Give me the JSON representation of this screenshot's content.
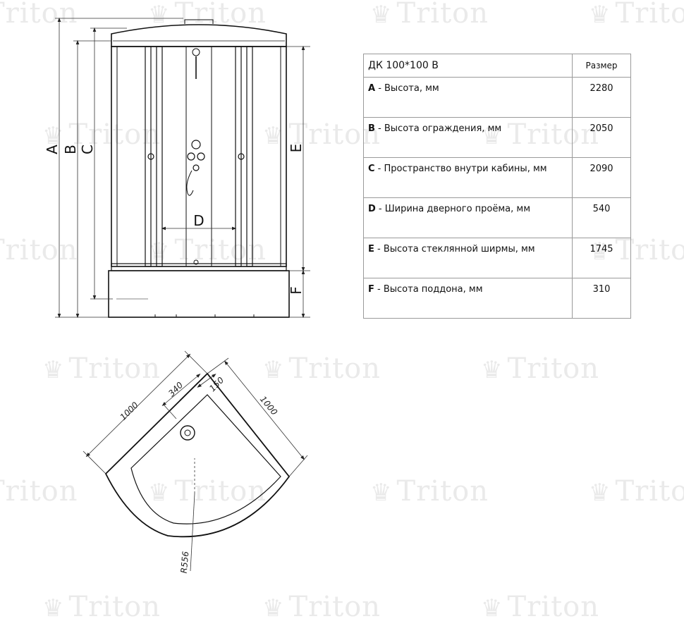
{
  "watermark": {
    "text": "Triton",
    "crown": "♛"
  },
  "elevation_labels": {
    "a": "A",
    "b": "B",
    "c": "C",
    "d": "D",
    "e": "E",
    "f": "F"
  },
  "plan_dimensions": {
    "side_left": "1000",
    "side_right": "1000",
    "door": "340",
    "offset": "150",
    "radius": "R556"
  },
  "table": {
    "header_model": "ДК 100*100 В",
    "header_size": "Размер",
    "rows": [
      {
        "key": "A",
        "label": " - Высота, мм",
        "value": "2280"
      },
      {
        "key": "B",
        "label": " - Высота ограждения, мм",
        "value": "2050"
      },
      {
        "key": "C",
        "label": " - Пространство внутри кабины, мм",
        "value": "2090"
      },
      {
        "key": "D",
        "label": " - Ширина дверного проёма, мм",
        "value": "540"
      },
      {
        "key": "E",
        "label": " - Высота стеклянной ширмы, мм",
        "value": "1745"
      },
      {
        "key": "F",
        "label": " - Высота поддона, мм",
        "value": "310"
      }
    ]
  }
}
